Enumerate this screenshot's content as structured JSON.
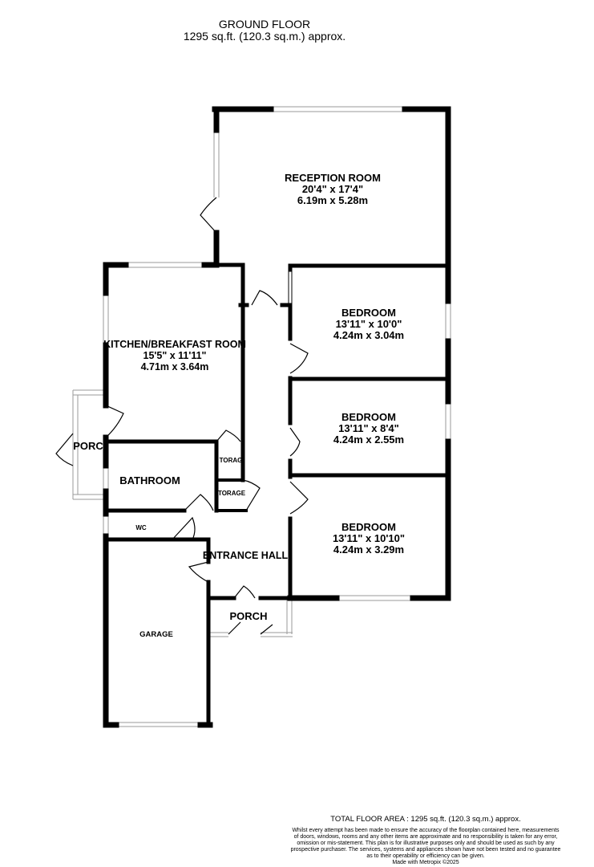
{
  "header": {
    "floor": "GROUND FLOOR",
    "area": "1295 sq.ft. (120.3 sq.m.) approx."
  },
  "rooms": {
    "reception": {
      "name": "RECEPTION ROOM",
      "imperial": "20'4\"  x 17'4\"",
      "metric": "6.19m  x 5.28m"
    },
    "bedroom1": {
      "name": "BEDROOM",
      "imperial": "13'11\"  x 10'0\"",
      "metric": "4.24m  x 3.04m"
    },
    "bedroom2": {
      "name": "BEDROOM",
      "imperial": "13'11\"  x 8'4\"",
      "metric": "4.24m  x 2.55m"
    },
    "bedroom3": {
      "name": "BEDROOM",
      "imperial": "13'11\"  x 10'10\"",
      "metric": "4.24m  x 3.29m"
    },
    "kitchen": {
      "name": "KITCHEN/BREAKFAST ROOM",
      "imperial": "15'5\"  x 11'11\"",
      "metric": "4.71m  x 3.64m"
    },
    "bathroom": {
      "name": "BATHROOM"
    },
    "wc": {
      "name": "WC"
    },
    "storage1": {
      "name": "TORAG"
    },
    "storage2": {
      "name": "TORAGE"
    },
    "porch_side": {
      "name": "PORC"
    },
    "porch_front": {
      "name": "PORCH"
    },
    "entrance_hall": {
      "name": "ENTRANCE HALL"
    },
    "garage": {
      "name": "GARAGE"
    }
  },
  "footer": {
    "total": "TOTAL FLOOR AREA : 1295 sq.ft. (120.3 sq.m.) approx.",
    "disclaimer_lines": [
      "Whilst every attempt has been made to ensure the accuracy of the floorplan contained here, measurements",
      "of doors, windows, rooms and any other items are approximate and no responsibility is taken for any error,",
      "omission or mis-statement. This plan is for illustrative purposes only and should be used as such by any",
      "prospective purchaser. The services, systems and appliances shown have not been tested and no guarantee",
      "as to their operability or efficiency can be given."
    ],
    "credit": "Made with Metropix ©2025"
  },
  "colors": {
    "wall": "#000000",
    "background": "#ffffff",
    "window": "#9a9a9a"
  }
}
